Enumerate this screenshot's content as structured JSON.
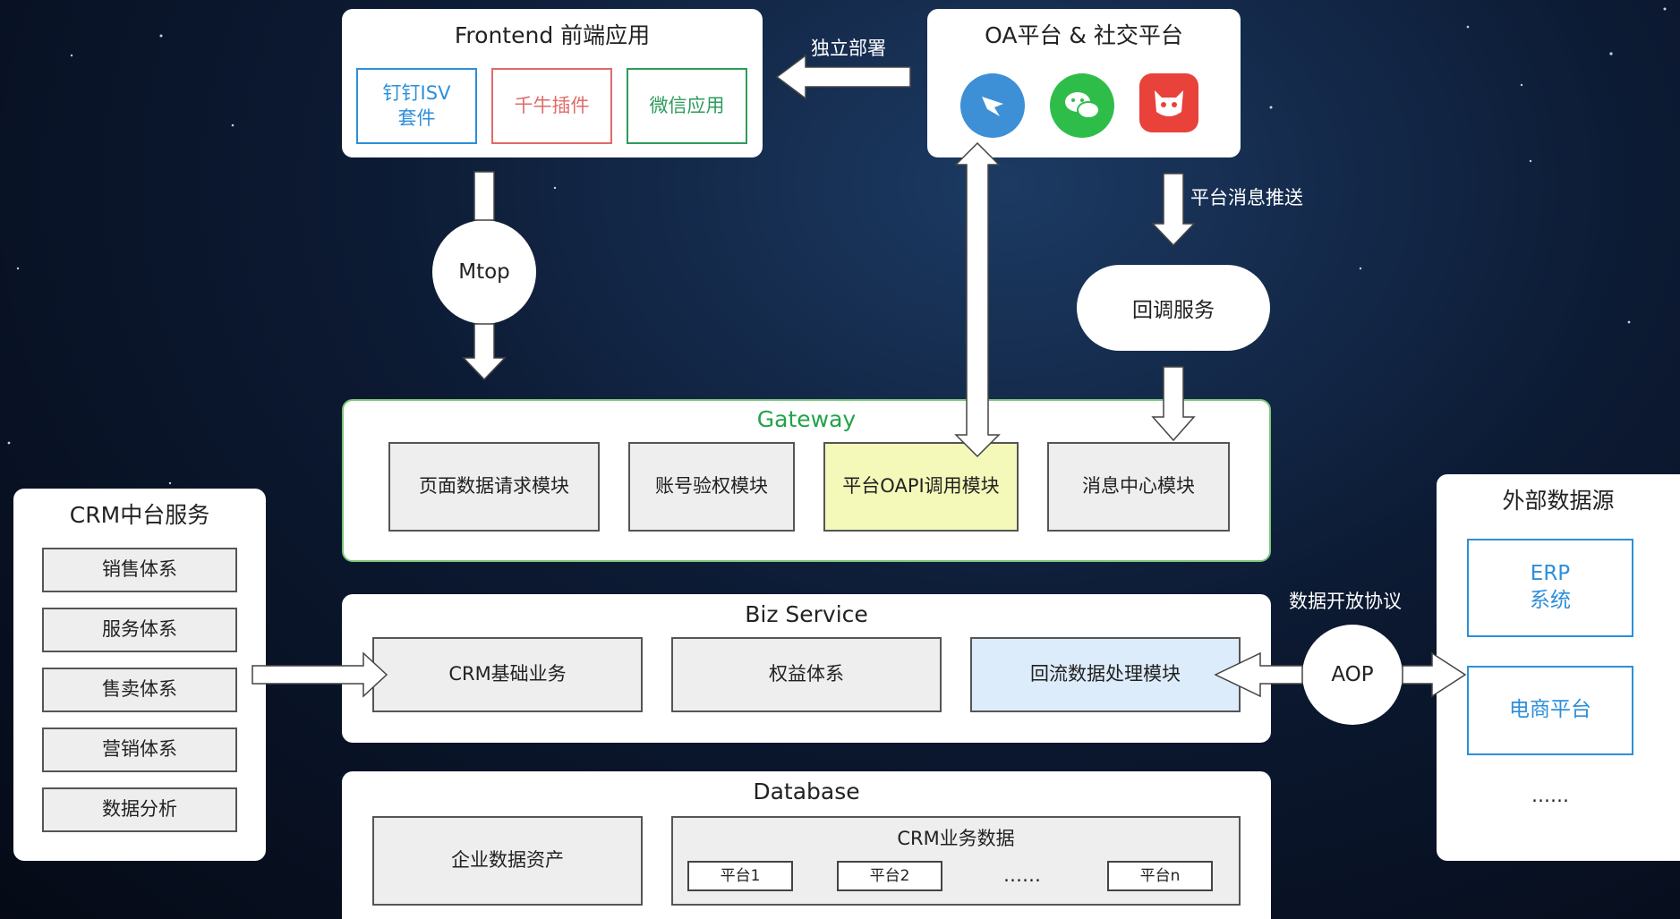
{
  "frontend": {
    "title": "Frontend 前端应用",
    "apps": [
      "钉钉ISV\n套件",
      "千牛插件",
      "微信应用"
    ]
  },
  "deploy_label": "独立部署",
  "oa": {
    "title": "OA平台 & 社交平台",
    "icons": [
      "dingtalk-icon",
      "wechat-icon",
      "qianniu-icon"
    ]
  },
  "mtop": "Mtop",
  "push_label": "平台消息推送",
  "callback": "回调服务",
  "gateway": {
    "title": "Gateway",
    "modules": [
      "页面数据请求模块",
      "账号验权模块",
      "平台OAPI调用模块",
      "消息中心模块"
    ]
  },
  "biz": {
    "title": "Biz Service",
    "modules": [
      "CRM基础业务",
      "权益体系",
      "回流数据处理模块"
    ]
  },
  "database": {
    "title": "Database",
    "asset": "企业数据资产",
    "crm_title": "CRM业务数据",
    "platforms": [
      "平台1",
      "平台2",
      "……",
      "平台n"
    ]
  },
  "crm_center": {
    "title": "CRM中台服务",
    "items": [
      "销售体系",
      "服务体系",
      "售卖体系",
      "营销体系",
      "数据分析"
    ]
  },
  "external": {
    "title": "外部数据源",
    "items": [
      "ERP\n系统",
      "电商平台"
    ],
    "more": "……"
  },
  "open_protocol": "数据开放协议",
  "aop": "AOP",
  "colors": {
    "isv": "#2d8fd9",
    "qianniu": "#e06a6a",
    "wechat_app": "#2e9b5c",
    "gateway_title": "#22a34a",
    "gateway_border": "#7cc77a",
    "oapi_fill": "#f4f8b8",
    "backflow_fill": "#dcecfa",
    "external_border": "#2d8fd9"
  }
}
